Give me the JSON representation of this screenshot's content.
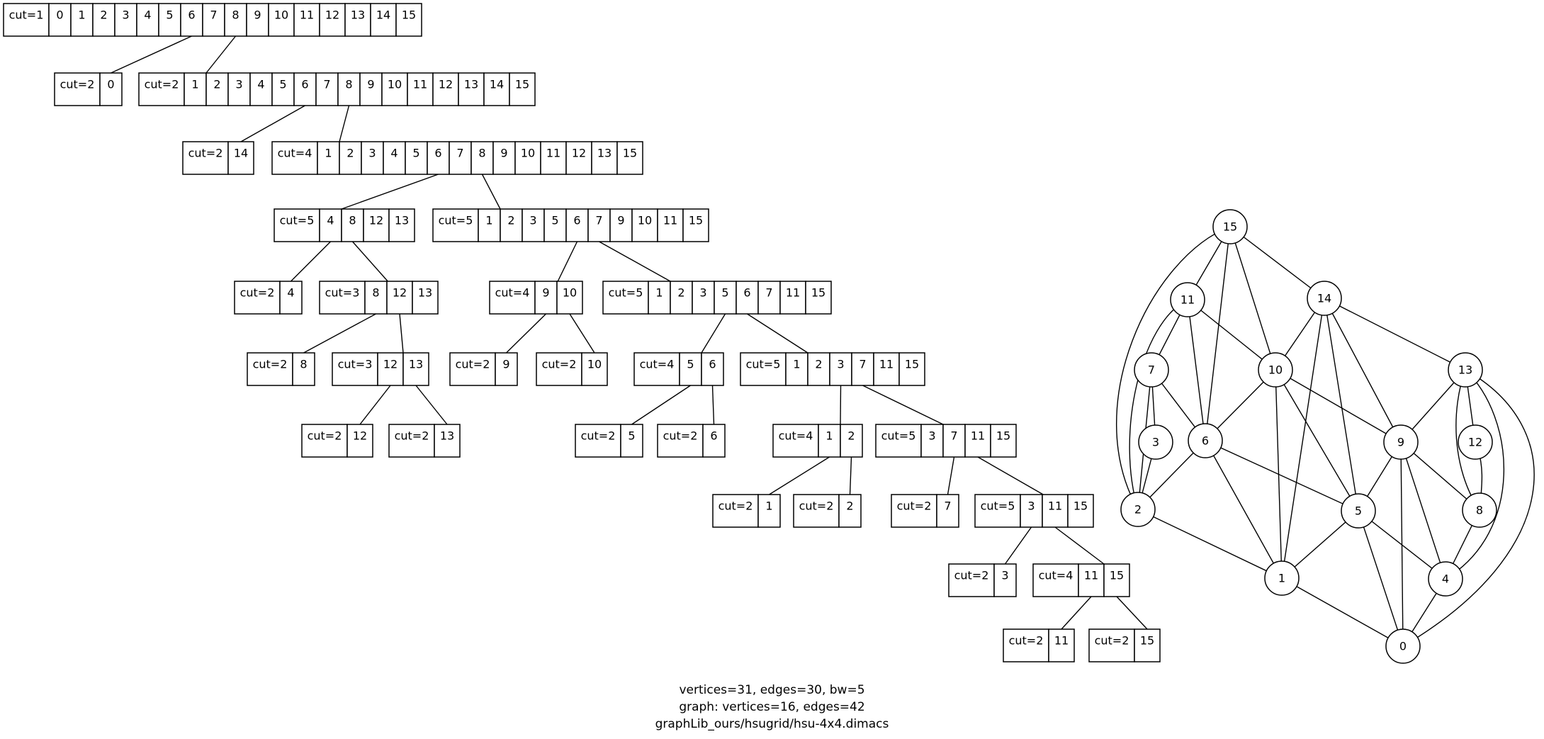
{
  "tree": [
    {
      "cells": [
        "cut=1",
        "0",
        "1",
        "2",
        "3",
        "4",
        "5",
        "6",
        "7",
        "8",
        "9",
        "10",
        "11",
        "12",
        "13",
        "14",
        "15"
      ],
      "parent": null,
      "parent_cell": null
    },
    {
      "cells": [
        "cut=2",
        "0"
      ],
      "parent": 0,
      "parent_cell": 7
    },
    {
      "cells": [
        "cut=2",
        "1",
        "2",
        "3",
        "4",
        "5",
        "6",
        "7",
        "8",
        "9",
        "10",
        "11",
        "12",
        "13",
        "14",
        "15"
      ],
      "parent": 0,
      "parent_cell": 9
    },
    {
      "cells": [
        "cut=2",
        "14"
      ],
      "parent": 2,
      "parent_cell": 6
    },
    {
      "cells": [
        "cut=4",
        "1",
        "2",
        "3",
        "4",
        "5",
        "6",
        "7",
        "8",
        "9",
        "10",
        "11",
        "12",
        "13",
        "15"
      ],
      "parent": 2,
      "parent_cell": 8
    },
    {
      "cells": [
        "cut=5",
        "4",
        "8",
        "12",
        "13"
      ],
      "parent": 4,
      "parent_cell": 6
    },
    {
      "cells": [
        "cut=5",
        "1",
        "2",
        "3",
        "5",
        "6",
        "7",
        "9",
        "10",
        "11",
        "15"
      ],
      "parent": 4,
      "parent_cell": 8
    },
    {
      "cells": [
        "cut=2",
        "4"
      ],
      "parent": 5,
      "parent_cell": 1
    },
    {
      "cells": [
        "cut=3",
        "8",
        "12",
        "13"
      ],
      "parent": 5,
      "parent_cell": 2
    },
    {
      "cells": [
        "cut=4",
        "9",
        "10"
      ],
      "parent": 6,
      "parent_cell": 5
    },
    {
      "cells": [
        "cut=5",
        "1",
        "2",
        "3",
        "5",
        "6",
        "7",
        "11",
        "15"
      ],
      "parent": 6,
      "parent_cell": 6
    },
    {
      "cells": [
        "cut=2",
        "8"
      ],
      "parent": 8,
      "parent_cell": 1
    },
    {
      "cells": [
        "cut=3",
        "12",
        "13"
      ],
      "parent": 8,
      "parent_cell": 2
    },
    {
      "cells": [
        "cut=2",
        "9"
      ],
      "parent": 9,
      "parent_cell": 1
    },
    {
      "cells": [
        "cut=2",
        "10"
      ],
      "parent": 9,
      "parent_cell": 2
    },
    {
      "cells": [
        "cut=4",
        "5",
        "6"
      ],
      "parent": 10,
      "parent_cell": 4
    },
    {
      "cells": [
        "cut=5",
        "1",
        "2",
        "3",
        "7",
        "11",
        "15"
      ],
      "parent": 10,
      "parent_cell": 5
    },
    {
      "cells": [
        "cut=2",
        "12"
      ],
      "parent": 12,
      "parent_cell": 1
    },
    {
      "cells": [
        "cut=2",
        "13"
      ],
      "parent": 12,
      "parent_cell": 2
    },
    {
      "cells": [
        "cut=2",
        "5"
      ],
      "parent": 15,
      "parent_cell": 1
    },
    {
      "cells": [
        "cut=2",
        "6"
      ],
      "parent": 15,
      "parent_cell": 2
    },
    {
      "cells": [
        "cut=4",
        "1",
        "2"
      ],
      "parent": 16,
      "parent_cell": 3
    },
    {
      "cells": [
        "cut=5",
        "3",
        "7",
        "11",
        "15"
      ],
      "parent": 16,
      "parent_cell": 4
    },
    {
      "cells": [
        "cut=2",
        "1"
      ],
      "parent": 21,
      "parent_cell": 1
    },
    {
      "cells": [
        "cut=2",
        "2"
      ],
      "parent": 21,
      "parent_cell": 2
    },
    {
      "cells": [
        "cut=2",
        "7"
      ],
      "parent": 22,
      "parent_cell": 2
    },
    {
      "cells": [
        "cut=5",
        "3",
        "11",
        "15"
      ],
      "parent": 22,
      "parent_cell": 3
    },
    {
      "cells": [
        "cut=2",
        "3"
      ],
      "parent": 26,
      "parent_cell": 1
    },
    {
      "cells": [
        "cut=4",
        "11",
        "15"
      ],
      "parent": 26,
      "parent_cell": 2
    },
    {
      "cells": [
        "cut=2",
        "11"
      ],
      "parent": 28,
      "parent_cell": 1
    },
    {
      "cells": [
        "cut=2",
        "15"
      ],
      "parent": 28,
      "parent_cell": 2
    }
  ],
  "graph": {
    "vertices": [
      "0",
      "1",
      "2",
      "3",
      "4",
      "5",
      "6",
      "7",
      "8",
      "9",
      "10",
      "11",
      "12",
      "13",
      "14",
      "15"
    ],
    "edges": [
      [
        "15",
        "11"
      ],
      [
        "15",
        "14"
      ],
      [
        "15",
        "10"
      ],
      [
        "15",
        "6"
      ],
      [
        "15",
        "2"
      ],
      [
        "11",
        "7"
      ],
      [
        "11",
        "10"
      ],
      [
        "11",
        "6"
      ],
      [
        "11",
        "2"
      ],
      [
        "14",
        "10"
      ],
      [
        "14",
        "13"
      ],
      [
        "14",
        "9"
      ],
      [
        "14",
        "5"
      ],
      [
        "14",
        "1"
      ],
      [
        "7",
        "3"
      ],
      [
        "7",
        "6"
      ],
      [
        "7",
        "2"
      ],
      [
        "3",
        "2"
      ],
      [
        "10",
        "6"
      ],
      [
        "10",
        "9"
      ],
      [
        "10",
        "5"
      ],
      [
        "10",
        "1"
      ],
      [
        "13",
        "9"
      ],
      [
        "13",
        "12"
      ],
      [
        "13",
        "8"
      ],
      [
        "13",
        "4"
      ],
      [
        "13",
        "0"
      ],
      [
        "12",
        "8"
      ],
      [
        "6",
        "2"
      ],
      [
        "6",
        "5"
      ],
      [
        "6",
        "1"
      ],
      [
        "9",
        "5"
      ],
      [
        "9",
        "8"
      ],
      [
        "9",
        "4"
      ],
      [
        "9",
        "0"
      ],
      [
        "2",
        "1"
      ],
      [
        "5",
        "1"
      ],
      [
        "5",
        "4"
      ],
      [
        "5",
        "0"
      ],
      [
        "8",
        "4"
      ],
      [
        "1",
        "0"
      ],
      [
        "4",
        "0"
      ]
    ]
  },
  "caption": {
    "line1": "vertices=31, edges=30, bw=5",
    "line2": "graph: vertices=16, edges=42",
    "line3": "graphLib_ours/hsugrid/hsu-4x4.dimacs"
  }
}
